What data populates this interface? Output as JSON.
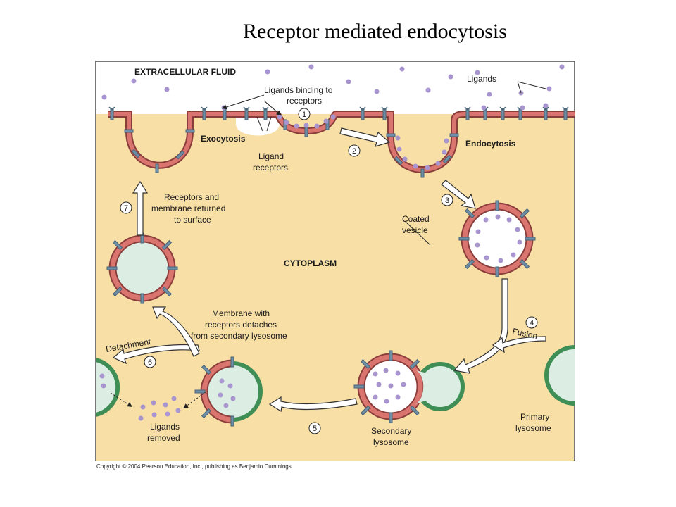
{
  "title": "Receptor mediated endocytosis",
  "colors": {
    "cytoplasm": "#F7DFA6",
    "membrane": "#D9746E",
    "receptor": "#6F8FA6",
    "ligand": "#A895CF",
    "vesicle_interior": "#DCEEE4",
    "lysosome_membrane": "#3E8E55",
    "border": "#4a4a4a"
  },
  "labels": {
    "extracellular": "EXTRACELLULAR FLUID",
    "ligands": "Ligands",
    "binding_1": "Ligands binding to",
    "binding_2": "receptors",
    "exocytosis": "Exocytosis",
    "receptors_1": "Ligand",
    "receptors_2": "receptors",
    "endocytosis": "Endocytosis",
    "coated_1": "Coated",
    "coated_2": "vesicle",
    "cytoplasm": "CYTOPLASM",
    "returned_1": "Receptors and",
    "returned_2": "membrane returned",
    "returned_3": "to surface",
    "detaches_1": "Membrane with",
    "detaches_2": "receptors detaches",
    "detaches_3": "from secondary lysosome",
    "detachment": "Detachment",
    "fusion": "Fusion",
    "primary_1": "Primary",
    "primary_2": "lysosome",
    "secondary_1": "Secondary",
    "secondary_2": "lysosome",
    "removed_1": "Ligands",
    "removed_2": "removed"
  },
  "steps": [
    "1",
    "2",
    "3",
    "4",
    "5",
    "6",
    "7"
  ],
  "copyright": "Copyright © 2004 Pearson Education, Inc., publishing as Benjamin Cummings."
}
